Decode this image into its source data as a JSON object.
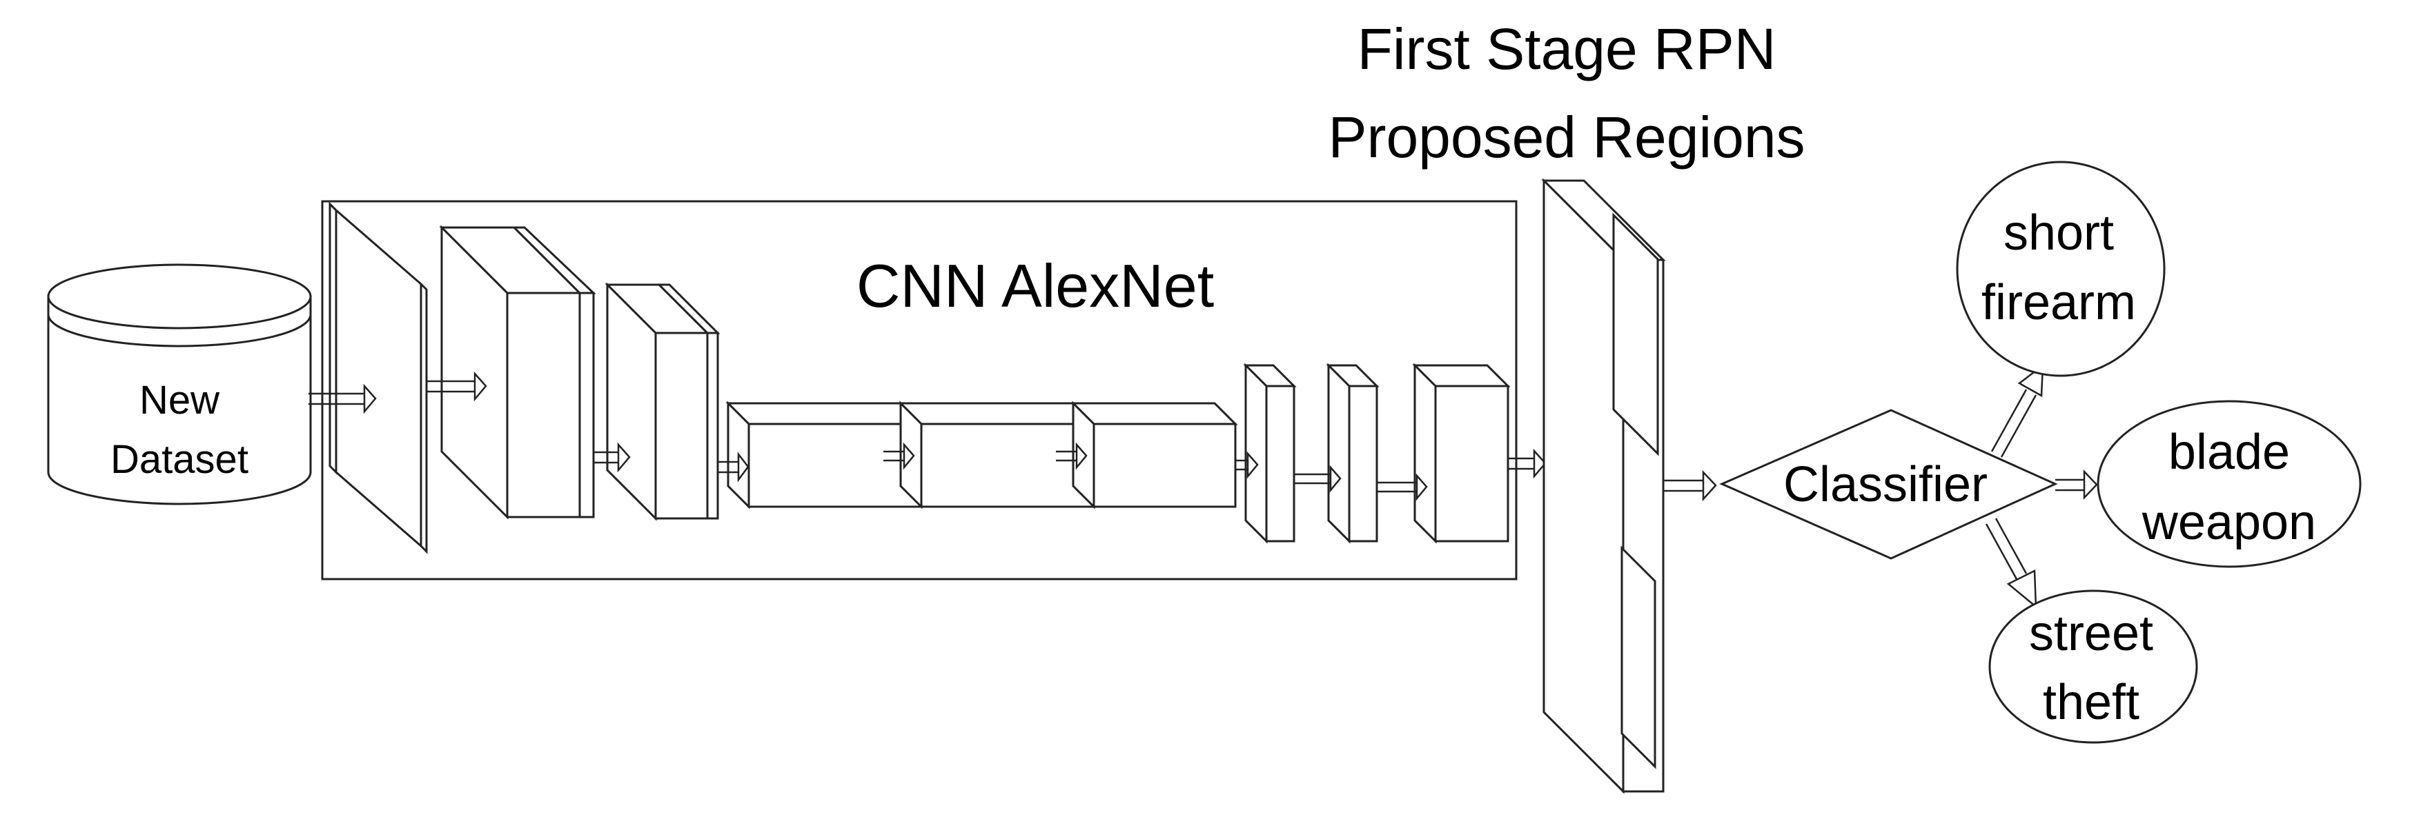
{
  "diagram": {
    "stage_title_line1": "First Stage RPN",
    "stage_title_line2": "Proposed Regions",
    "cnn_label": "CNN AlexNet",
    "dataset_line1": "New",
    "dataset_line2": "Dataset",
    "classifier_label": "Classifier",
    "outputs": {
      "short_firearm_line1": "short",
      "short_firearm_line2": "firearm",
      "blade_weapon_line1": "blade",
      "blade_weapon_line2": "weapon",
      "street_theft_line1": "street",
      "street_theft_line2": "theft"
    }
  }
}
